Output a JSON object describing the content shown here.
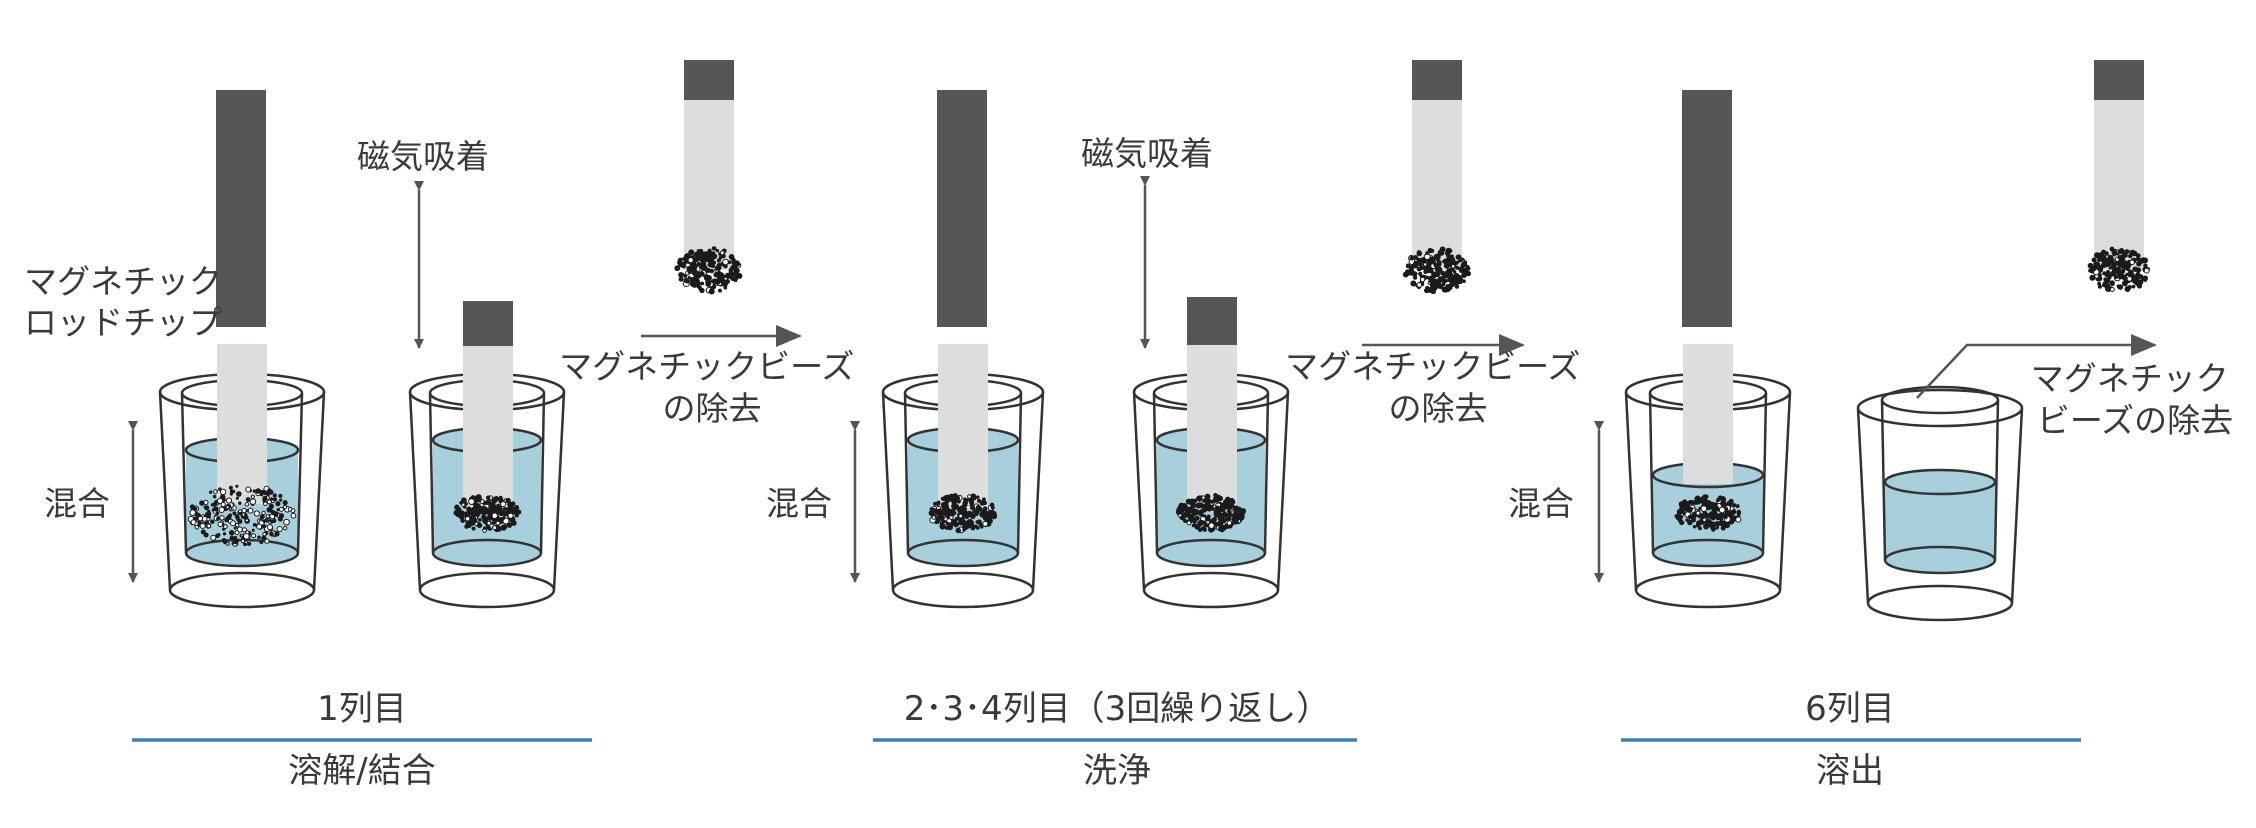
{
  "labels": {
    "magnetic_rod_tip": [
      "マグネチック",
      "ロッドチップ"
    ],
    "mix": "混合",
    "magnetic_adsorption": "磁気吸着",
    "bead_removal_two_line": [
      "マグネチックビーズ",
      "の除去"
    ],
    "bead_removal_final": [
      "マグネチック",
      "ビーズの除去"
    ]
  },
  "stages": [
    {
      "column": "1列目",
      "process": "溶解/結合"
    },
    {
      "column": "2･3･4列目（3回繰り返し）",
      "process": "洗浄"
    },
    {
      "column": "6列目",
      "process": "溶出"
    }
  ],
  "colors": {
    "rod": "#565656",
    "tip": "#dcdddd",
    "liquid": "#a7cfdc",
    "outline": "#333333",
    "arrow": "#555555",
    "stage_line": "#3d7fb0",
    "beads": "#1b1b1b"
  }
}
